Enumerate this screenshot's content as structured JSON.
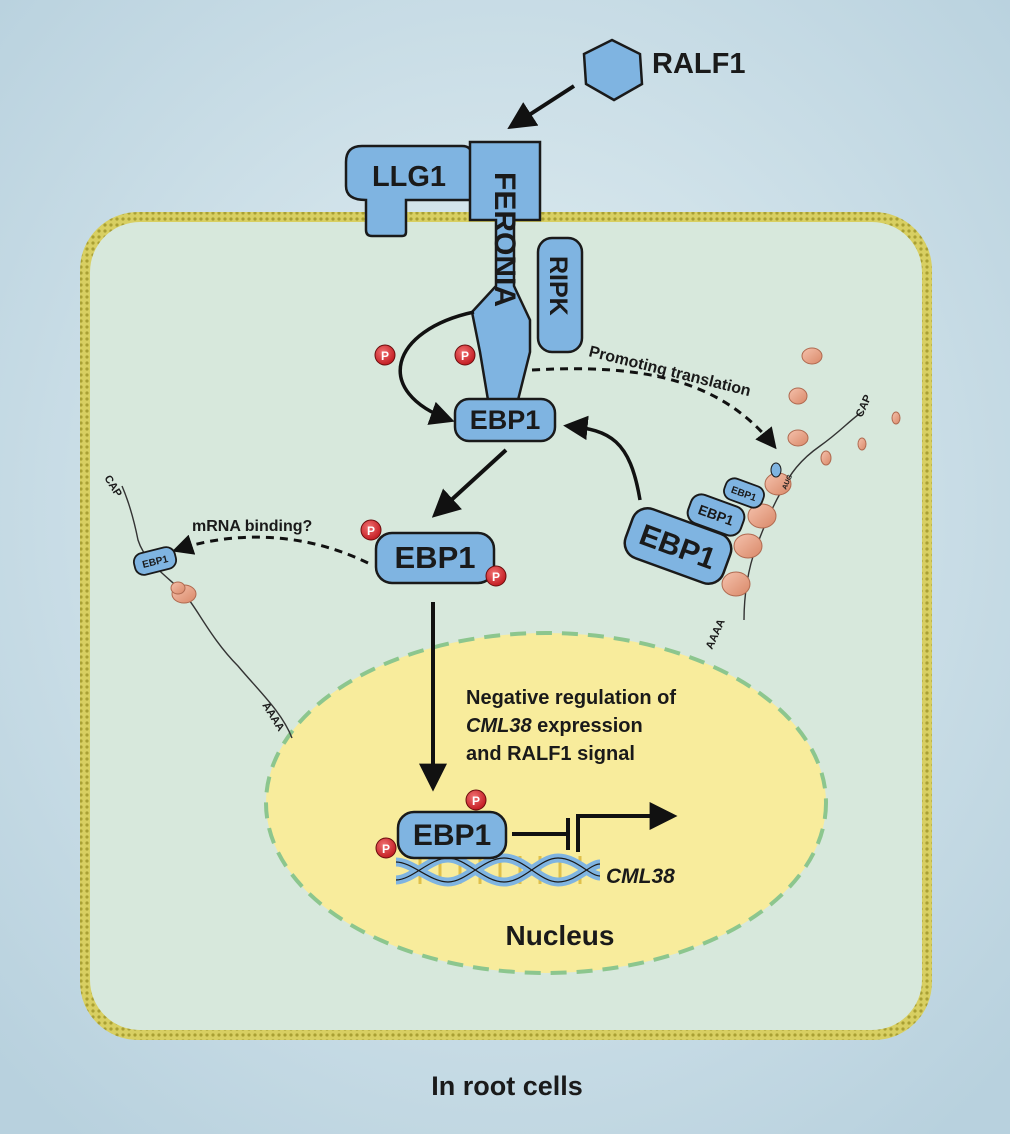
{
  "ligand": {
    "name": "RALF1"
  },
  "receptor": {
    "coreceptor": "LLG1",
    "kinase": "FERONIA",
    "partner": "RIPK"
  },
  "ebp1": {
    "main": "EBP1",
    "phospho": "EBP1",
    "ribosome_large": "EBP1",
    "ribosome_mid": "EBP1",
    "ribosome_small": "EBP1",
    "mrna_left": "EBP1",
    "nuclear": "EBP1"
  },
  "phosphate": "P",
  "annotations": {
    "translation": "Promoting translation",
    "mrna_binding": "mRNA binding?",
    "regulation_line1": "Negative regulation of",
    "regulation_gene": "CML38",
    "regulation_line1b": " expression",
    "regulation_line2": "and RALF1 signal"
  },
  "mrna": {
    "cap_left": "CAP",
    "polya_left": "AAAA",
    "cap_right": "CAP",
    "polya_right": "AAAA",
    "start_codon": "AUG"
  },
  "gene": {
    "name": "CML38"
  },
  "nucleus": {
    "label": "Nucleus"
  },
  "caption": "In root cells",
  "colors": {
    "background": "#c9dde6",
    "cytoplasm": "#d7e8dc",
    "membrane": "#c8bf4a",
    "protein": "#7fb4e1",
    "nucleus": "#f8ec9c",
    "nucleus_border": "#8cc68e",
    "ribosome": "#e8a58c",
    "phosphate": "#d0232a"
  }
}
